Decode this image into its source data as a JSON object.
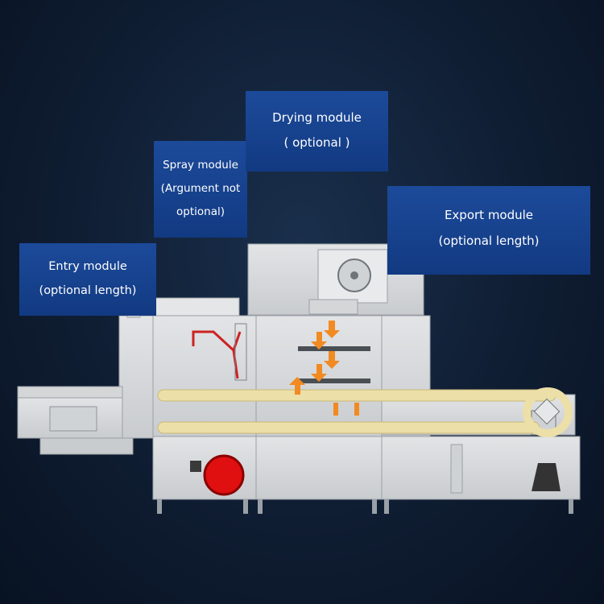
{
  "modules": [
    {
      "id": "entry",
      "lines": [
        "Entry module",
        "(optional length)"
      ]
    },
    {
      "id": "spray",
      "lines": [
        "Spray module",
        "(Argument not",
        "optional)"
      ]
    },
    {
      "id": "drying",
      "lines": [
        "Drying module",
        "( optional )"
      ]
    },
    {
      "id": "export",
      "lines": [
        "Export module",
        "(optional length)"
      ]
    }
  ],
  "colors": {
    "background": "#0f1d32",
    "label_box": "#1a4590",
    "machine_body": "#d8dadc",
    "conveyor": "#ecdfa8",
    "arrows": "#f28a22",
    "spray_pipe": "#cc2222",
    "pump": "#e01010"
  }
}
